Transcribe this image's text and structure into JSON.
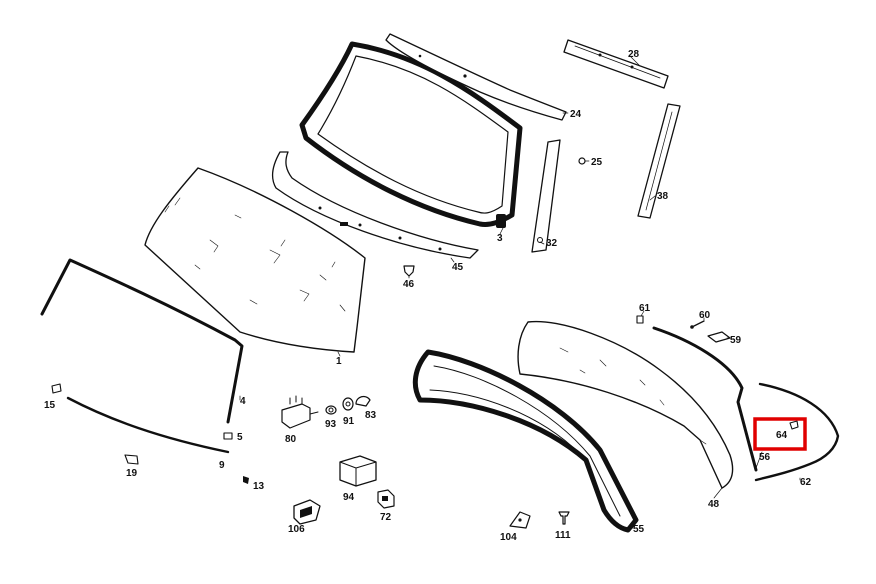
{
  "highlight": {
    "part": "64",
    "color": "#e00000"
  },
  "labels": {
    "p1": "1",
    "p3": "3",
    "p4": "4",
    "p5": "5",
    "p9": "9",
    "p13": "13",
    "p15": "15",
    "p19": "19",
    "p24": "24",
    "p25": "25",
    "p28": "28",
    "p32": "32",
    "p38": "38",
    "p45": "45",
    "p46": "46",
    "p48": "48",
    "p55": "55",
    "p56": "56",
    "p59": "59",
    "p60": "60",
    "p61": "61",
    "p62": "62",
    "p64": "64",
    "p72": "72",
    "p80": "80",
    "p83": "83",
    "p91": "91",
    "p93": "93",
    "p94": "94",
    "p104": "104",
    "p106": "106",
    "p111": "111"
  }
}
